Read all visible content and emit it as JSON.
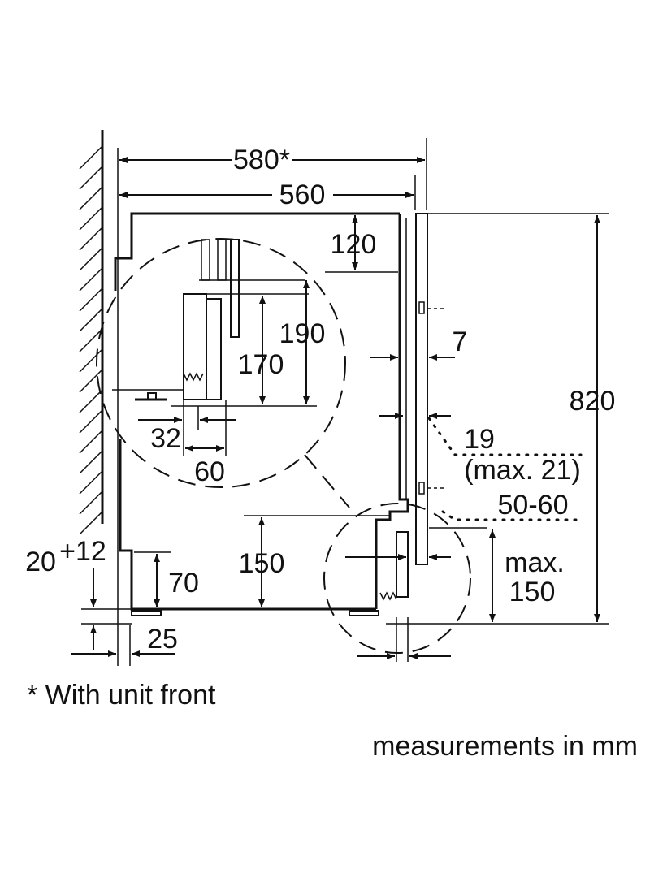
{
  "diagram": {
    "dimensions": {
      "d580": "580*",
      "d560": "560",
      "d120": "120",
      "d190": "190",
      "d170": "170",
      "d7": "7",
      "d820": "820",
      "d19": "19",
      "max21": "(max. 21)",
      "d32": "32",
      "d60": "60",
      "d50_60": "50-60",
      "d20": "20",
      "d12": "+12",
      "d150": "150",
      "d70": "70",
      "max_label": "max.",
      "max150": "150",
      "d25": "25"
    },
    "footnote": "* With unit front",
    "units_note": "measurements in mm"
  }
}
